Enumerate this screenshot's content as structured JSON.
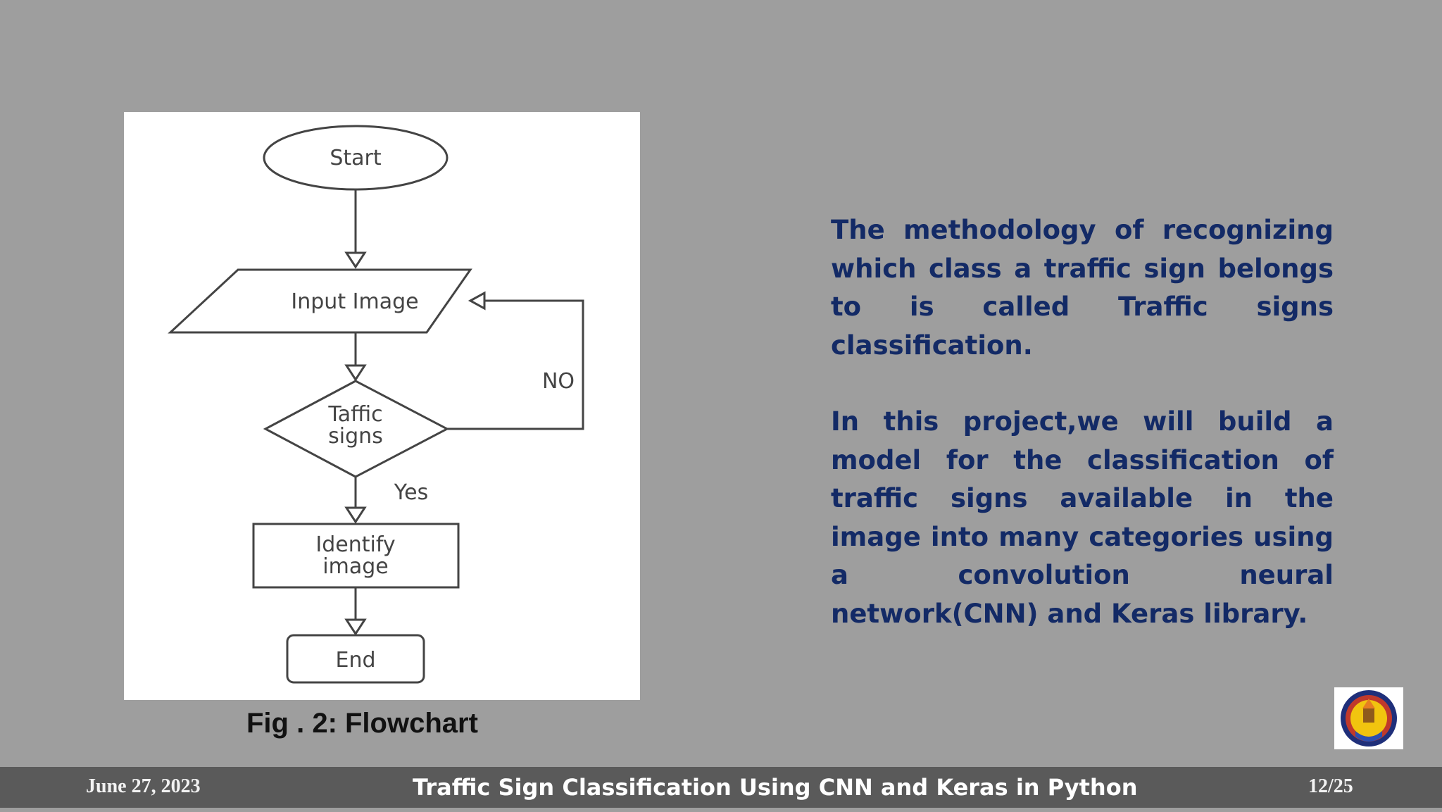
{
  "flowchart": {
    "start_label": "Start",
    "input_label": "Input Image",
    "decision_line1": "Taffic",
    "decision_line2": "signs",
    "no_label": "NO",
    "yes_label": "Yes",
    "identify_line1": "Identify",
    "identify_line2": "image",
    "end_label": "End"
  },
  "figure_caption": "Fig . 2: Flowchart",
  "body": {
    "paragraph1": "The methodology of recognizing which class a traffic sign belongs to is called Traffic signs classification.",
    "paragraph2": "In this project,we  will build a model for the classification of traffic signs available in the image into many categories using a convolution neural network(CNN) and Keras library."
  },
  "footer": {
    "date": "June 27, 2023",
    "title": "Traffic Sign Classification Using CNN and Keras in Python",
    "page": "12/25"
  },
  "colors": {
    "background": "#9e9e9e",
    "body_text": "#132a66",
    "footer_bar": "#5a5a5a"
  },
  "icons": {
    "logo": "university-seal-logo"
  }
}
